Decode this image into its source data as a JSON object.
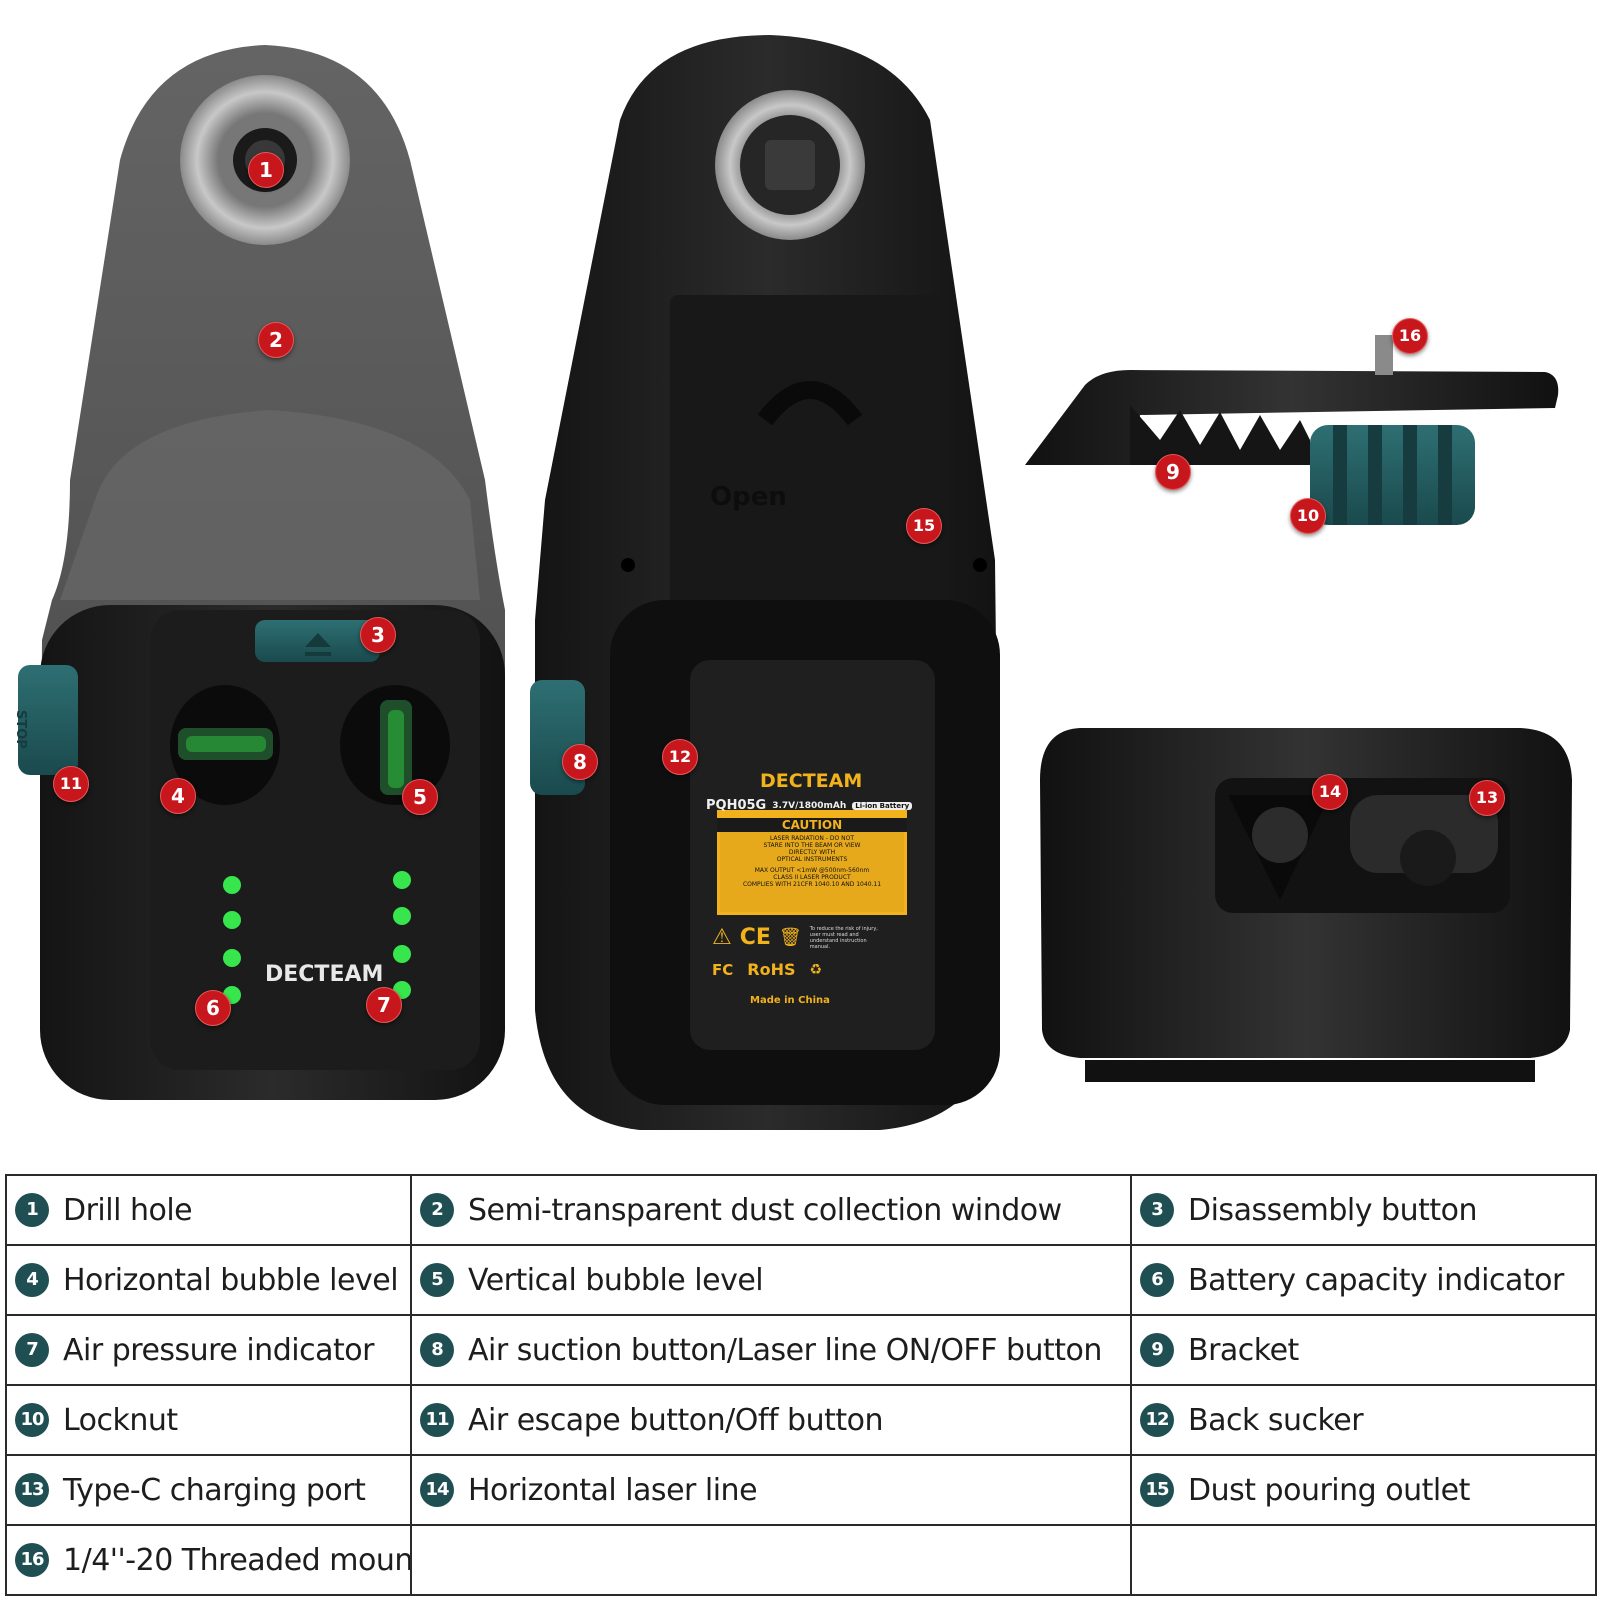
{
  "markers": [
    "1",
    "2",
    "3",
    "4",
    "5",
    "6",
    "7",
    "8",
    "9",
    "10",
    "11",
    "12",
    "13",
    "14",
    "15",
    "16"
  ],
  "device": {
    "stop_label": "STOP",
    "brand_front": "DECTEAM",
    "brand_back": "DECTEAM",
    "open_label": "Open",
    "label": {
      "model": "PQH05G",
      "spec": "3.7V/1800mAh",
      "battery_badge": "Li-ion Battery",
      "caution_title": "CAUTION",
      "caution_lines": [
        "LASER RADIATION - DO NOT",
        "STARE INTO THE BEAM OR VIEW",
        "DIRECTLY WITH",
        "OPTICAL INSTRUMENTS"
      ],
      "output_lines": [
        "MAX OUTPUT <1mW @500nm-560nm",
        "CLASS II LASER PRODUCT",
        "COMPLIES WITH 21CFR 1040.10 AND 1040.11"
      ],
      "ce": "CE",
      "fc": "FC",
      "rohs": "RoHS",
      "warning_lines": [
        "To reduce the risk of injury,",
        "user must read and",
        "understand instruction",
        "manual."
      ],
      "made_in": "Made in China"
    }
  },
  "legend": [
    [
      {
        "num": "1",
        "text": "Drill hole"
      },
      {
        "num": "2",
        "text": "Semi-transparent dust collection window"
      },
      {
        "num": "3",
        "text": "Disassembly button"
      }
    ],
    [
      {
        "num": "4",
        "text": "Horizontal bubble level"
      },
      {
        "num": "5",
        "text": "Vertical bubble level"
      },
      {
        "num": "6",
        "text": "Battery capacity indicator"
      }
    ],
    [
      {
        "num": "7",
        "text": "Air pressure indicator"
      },
      {
        "num": "8",
        "text": "Air suction button/Laser line ON/OFF button"
      },
      {
        "num": "9",
        "text": "Bracket"
      }
    ],
    [
      {
        "num": "10",
        "text": "Locknut"
      },
      {
        "num": "11",
        "text": "Air escape button/Off button"
      },
      {
        "num": "12",
        "text": "Back sucker"
      }
    ],
    [
      {
        "num": "13",
        "text": "Type-C charging port"
      },
      {
        "num": "14",
        "text": "Horizontal laser line"
      },
      {
        "num": "15",
        "text": "Dust pouring outlet"
      }
    ],
    [
      {
        "num": "16",
        "text": "1/4''-20 Threaded moun"
      }
    ]
  ]
}
